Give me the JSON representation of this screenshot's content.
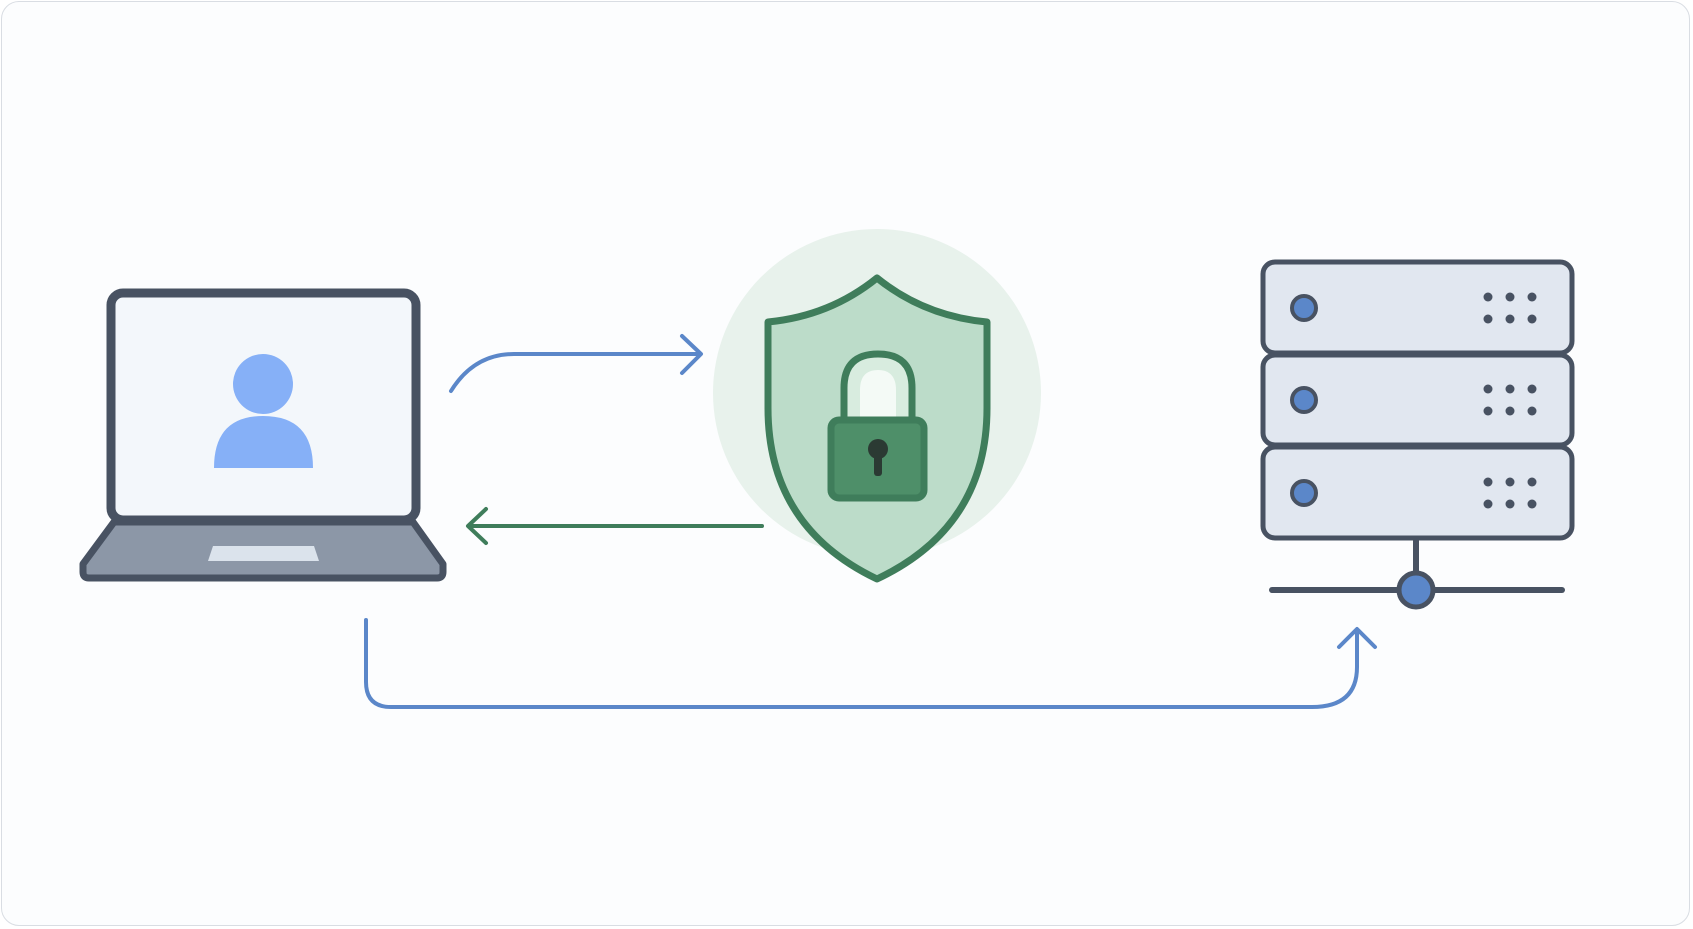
{
  "colors": {
    "background": "#fcfdfe",
    "border": "#d9dde3",
    "outline_dark": "#485262",
    "screen_fill": "#f3f7fb",
    "laptop_base": "#8c97a7",
    "trackpad": "#dbe3ec",
    "user_icon": "#86b0f7",
    "flow_blue": "#5b87c9",
    "flow_green": "#3f7d5b",
    "shield_halo": "#e8f2ec",
    "shield_fill": "#bcdcc9",
    "shield_stroke": "#3f7d5b",
    "lock_body": "#4e8f69",
    "lock_shackle_fill": "#d8ecdf",
    "server_fill": "#e1e7f0",
    "server_led": "#5b87c9"
  },
  "nodes": [
    {
      "id": "client",
      "icon": "laptop-user-icon"
    },
    {
      "id": "security",
      "icon": "shield-lock-icon"
    },
    {
      "id": "server",
      "icon": "server-stack-icon"
    }
  ],
  "edges": [
    {
      "from": "client",
      "to": "security",
      "color": "flow_blue",
      "direction": "right"
    },
    {
      "from": "security",
      "to": "client",
      "color": "flow_green",
      "direction": "left"
    },
    {
      "from": "client",
      "to": "server",
      "color": "flow_blue",
      "direction": "up"
    }
  ]
}
